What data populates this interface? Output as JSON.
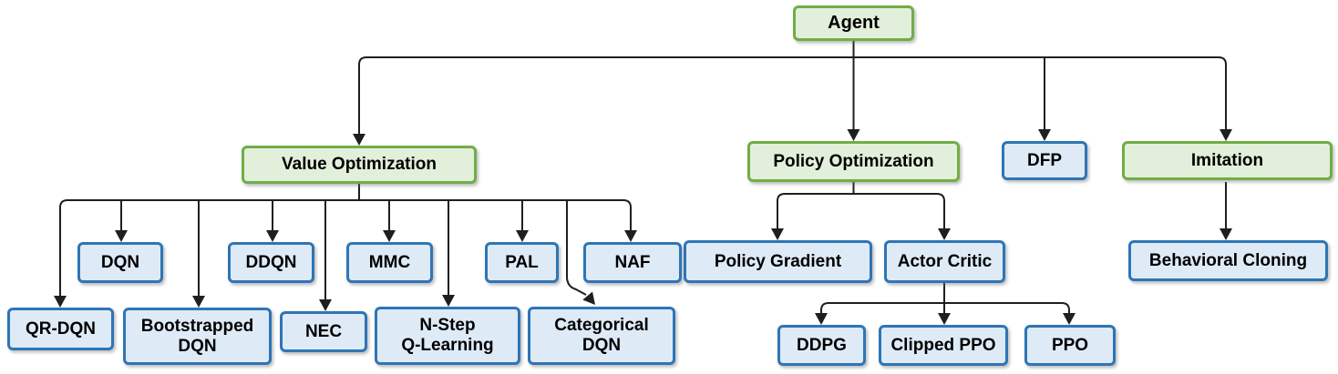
{
  "colors": {
    "green_fill": "#e2efda",
    "green_border": "#70ad47",
    "blue_fill": "#deebf7",
    "blue_border": "#2e75b6",
    "line": "#1f1f1f",
    "text": "#000000",
    "bg": "#ffffff"
  },
  "diagram": {
    "nodes": {
      "agent": {
        "label": "Agent",
        "type": "category"
      },
      "value_optimization": {
        "label": "Value Optimization",
        "type": "category"
      },
      "policy_optimization": {
        "label": "Policy Optimization",
        "type": "category"
      },
      "dfp": {
        "label": "DFP",
        "type": "algorithm"
      },
      "imitation": {
        "label": "Imitation",
        "type": "category"
      },
      "dqn": {
        "label": "DQN",
        "type": "algorithm"
      },
      "ddqn": {
        "label": "DDQN",
        "type": "algorithm"
      },
      "mmc": {
        "label": "MMC",
        "type": "algorithm"
      },
      "pal": {
        "label": "PAL",
        "type": "algorithm"
      },
      "naf": {
        "label": "NAF",
        "type": "algorithm"
      },
      "qr_dqn": {
        "label": "QR-DQN",
        "type": "algorithm"
      },
      "bootstrapped_dqn": {
        "label": "Bootstrapped\nDQN",
        "type": "algorithm"
      },
      "nec": {
        "label": "NEC",
        "type": "algorithm"
      },
      "n_step_q_learning": {
        "label": "N-Step\nQ-Learning",
        "type": "algorithm"
      },
      "categorical_dqn": {
        "label": "Categorical\nDQN",
        "type": "algorithm"
      },
      "policy_gradient": {
        "label": "Policy Gradient",
        "type": "algorithm"
      },
      "actor_critic": {
        "label": "Actor Critic",
        "type": "algorithm"
      },
      "ddpg": {
        "label": "DDPG",
        "type": "algorithm"
      },
      "clipped_ppo": {
        "label": "Clipped PPO",
        "type": "algorithm"
      },
      "ppo": {
        "label": "PPO",
        "type": "algorithm"
      },
      "behavioral_cloning": {
        "label": "Behavioral Cloning",
        "type": "algorithm"
      }
    },
    "edges": [
      [
        "agent",
        "value_optimization"
      ],
      [
        "agent",
        "policy_optimization"
      ],
      [
        "agent",
        "dfp"
      ],
      [
        "agent",
        "imitation"
      ],
      [
        "value_optimization",
        "qr_dqn"
      ],
      [
        "value_optimization",
        "dqn"
      ],
      [
        "value_optimization",
        "bootstrapped_dqn"
      ],
      [
        "value_optimization",
        "ddqn"
      ],
      [
        "value_optimization",
        "nec"
      ],
      [
        "value_optimization",
        "mmc"
      ],
      [
        "value_optimization",
        "n_step_q_learning"
      ],
      [
        "value_optimization",
        "pal"
      ],
      [
        "value_optimization",
        "categorical_dqn"
      ],
      [
        "value_optimization",
        "naf"
      ],
      [
        "policy_optimization",
        "policy_gradient"
      ],
      [
        "policy_optimization",
        "actor_critic"
      ],
      [
        "actor_critic",
        "ddpg"
      ],
      [
        "actor_critic",
        "clipped_ppo"
      ],
      [
        "actor_critic",
        "ppo"
      ],
      [
        "imitation",
        "behavioral_cloning"
      ]
    ]
  }
}
